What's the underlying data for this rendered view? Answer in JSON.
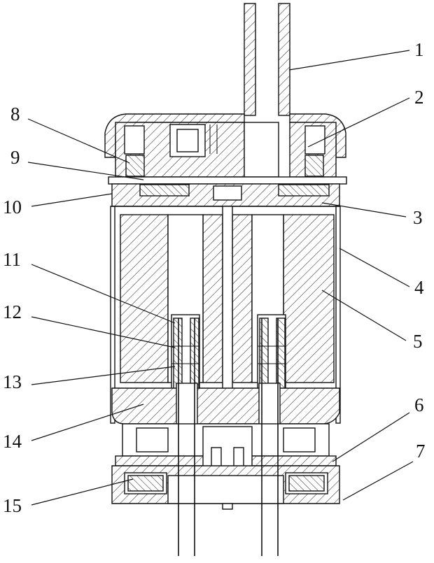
{
  "figure": {
    "title": "",
    "labels": [
      {
        "id": "1",
        "text": "1"
      },
      {
        "id": "2",
        "text": "2"
      },
      {
        "id": "3",
        "text": "3"
      },
      {
        "id": "4",
        "text": "4"
      },
      {
        "id": "5",
        "text": "5"
      },
      {
        "id": "6",
        "text": "6"
      },
      {
        "id": "7",
        "text": "7"
      },
      {
        "id": "8",
        "text": "8"
      },
      {
        "id": "9",
        "text": "9"
      },
      {
        "id": "10",
        "text": "10"
      },
      {
        "id": "11",
        "text": "11"
      },
      {
        "id": "12",
        "text": "12"
      },
      {
        "id": "13",
        "text": "13"
      },
      {
        "id": "14",
        "text": "14"
      },
      {
        "id": "15",
        "text": "15"
      }
    ]
  }
}
